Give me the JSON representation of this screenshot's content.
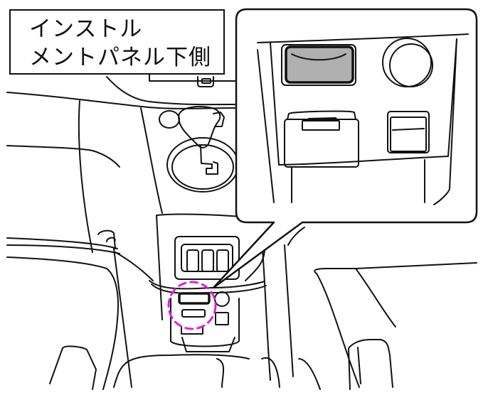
{
  "label": {
    "line1": "インストル",
    "line2": "メントパネル下側"
  },
  "colors": {
    "stroke": "#111111",
    "highlight_circle": "#e020e0",
    "port_fill": "#b0b0b0",
    "background": "#ffffff"
  },
  "callout": {
    "subject": "connector-port-under-instrument-panel",
    "shape": "rounded-rectangle-with-pointer"
  },
  "highlight": {
    "style": "dashed-circle",
    "target": "connector-port"
  }
}
